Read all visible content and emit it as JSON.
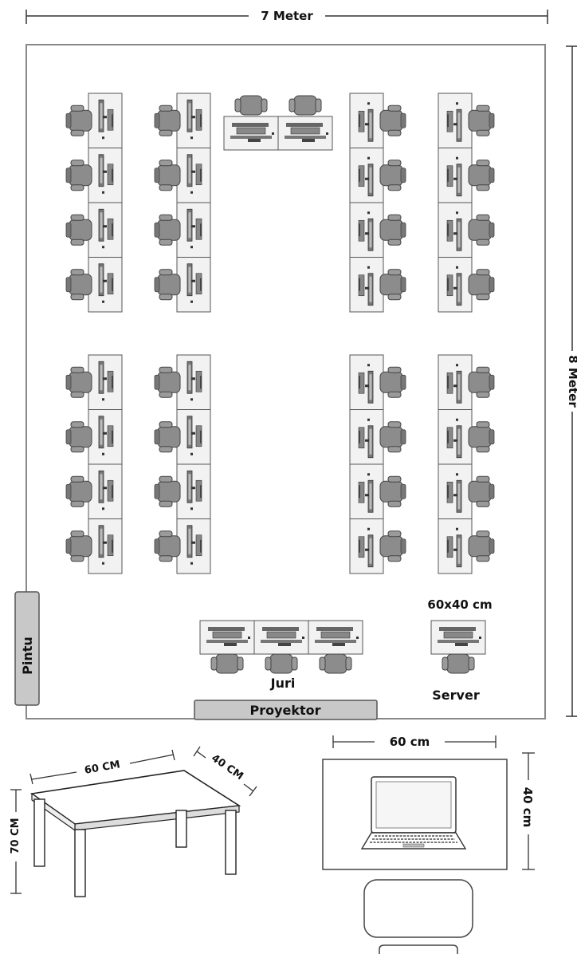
{
  "dimensions": {
    "room_width": "7 Meter",
    "room_height": "8 Meter"
  },
  "labels": {
    "door": "Pintu",
    "projector": "Proyektor",
    "jury": "Juri",
    "server": "Server",
    "server_size": "60x40 cm"
  },
  "table_detail": {
    "width": "60 CM",
    "depth": "40 CM",
    "height": "70 CM"
  },
  "desk_detail": {
    "width": "60 cm",
    "depth": "40 cm"
  },
  "colors": {
    "line": "#333333",
    "wall": "#888888",
    "desk_fill": "#f2f2f2",
    "chair_fill": "#8c8c8c",
    "door_fill": "#c8c8c8"
  }
}
